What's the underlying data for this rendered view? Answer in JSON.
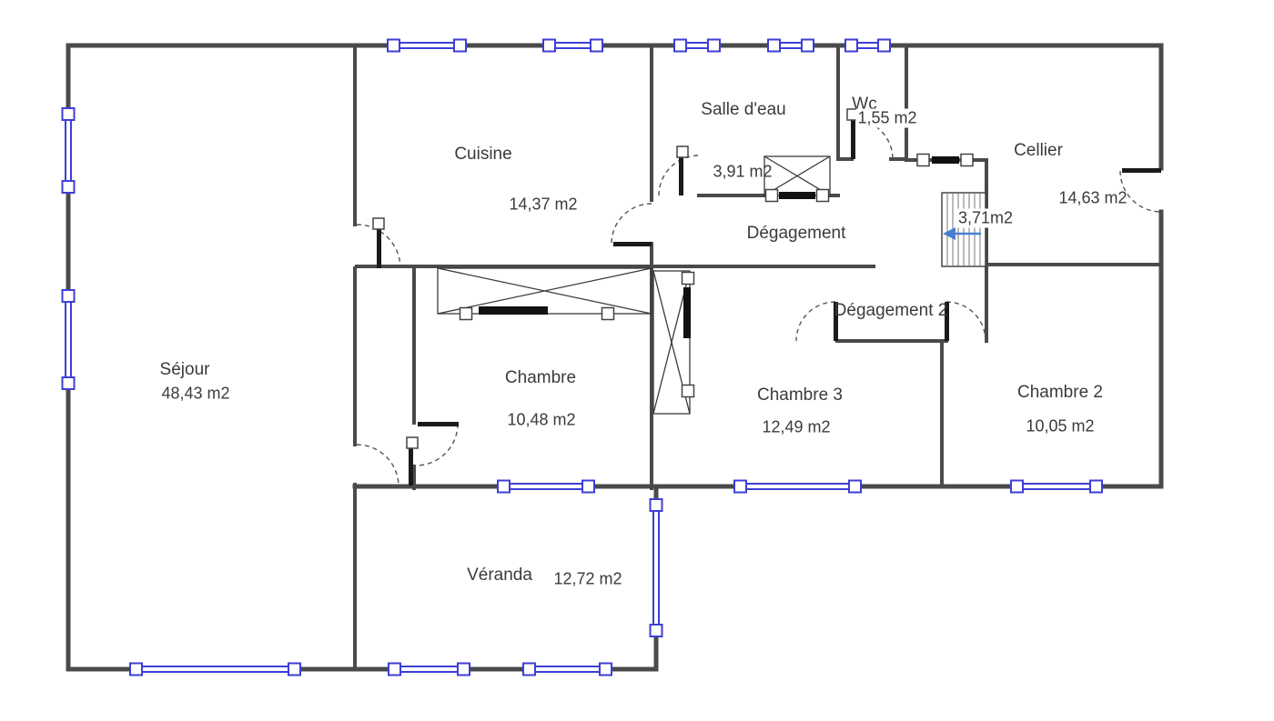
{
  "colors": {
    "wall": "#4a4a4a",
    "window": "#3e3ed6",
    "stair_arrow": "#4a80d0"
  },
  "rooms": {
    "sejour": {
      "name": "Séjour",
      "area": "48,43 m2"
    },
    "cuisine": {
      "name": "Cuisine",
      "area": "14,37 m2"
    },
    "salle_deau": {
      "name": "Salle d'eau",
      "area": "3,91 m2"
    },
    "wc": {
      "name": "Wc",
      "area": "1,55 m2"
    },
    "cellier": {
      "name": "Cellier",
      "area": "14,63 m2"
    },
    "degagement": {
      "name": "Dégagement",
      "area": "3,71m2"
    },
    "degagement2": {
      "name": "Dégagement 2"
    },
    "chambre": {
      "name": "Chambre",
      "area": "10,48 m2"
    },
    "chambre3": {
      "name": "Chambre 3",
      "area": "12,49 m2"
    },
    "chambre2": {
      "name": "Chambre 2",
      "area": "10,05 m2"
    },
    "veranda": {
      "name": "Véranda",
      "area": "12,72 m2"
    }
  }
}
